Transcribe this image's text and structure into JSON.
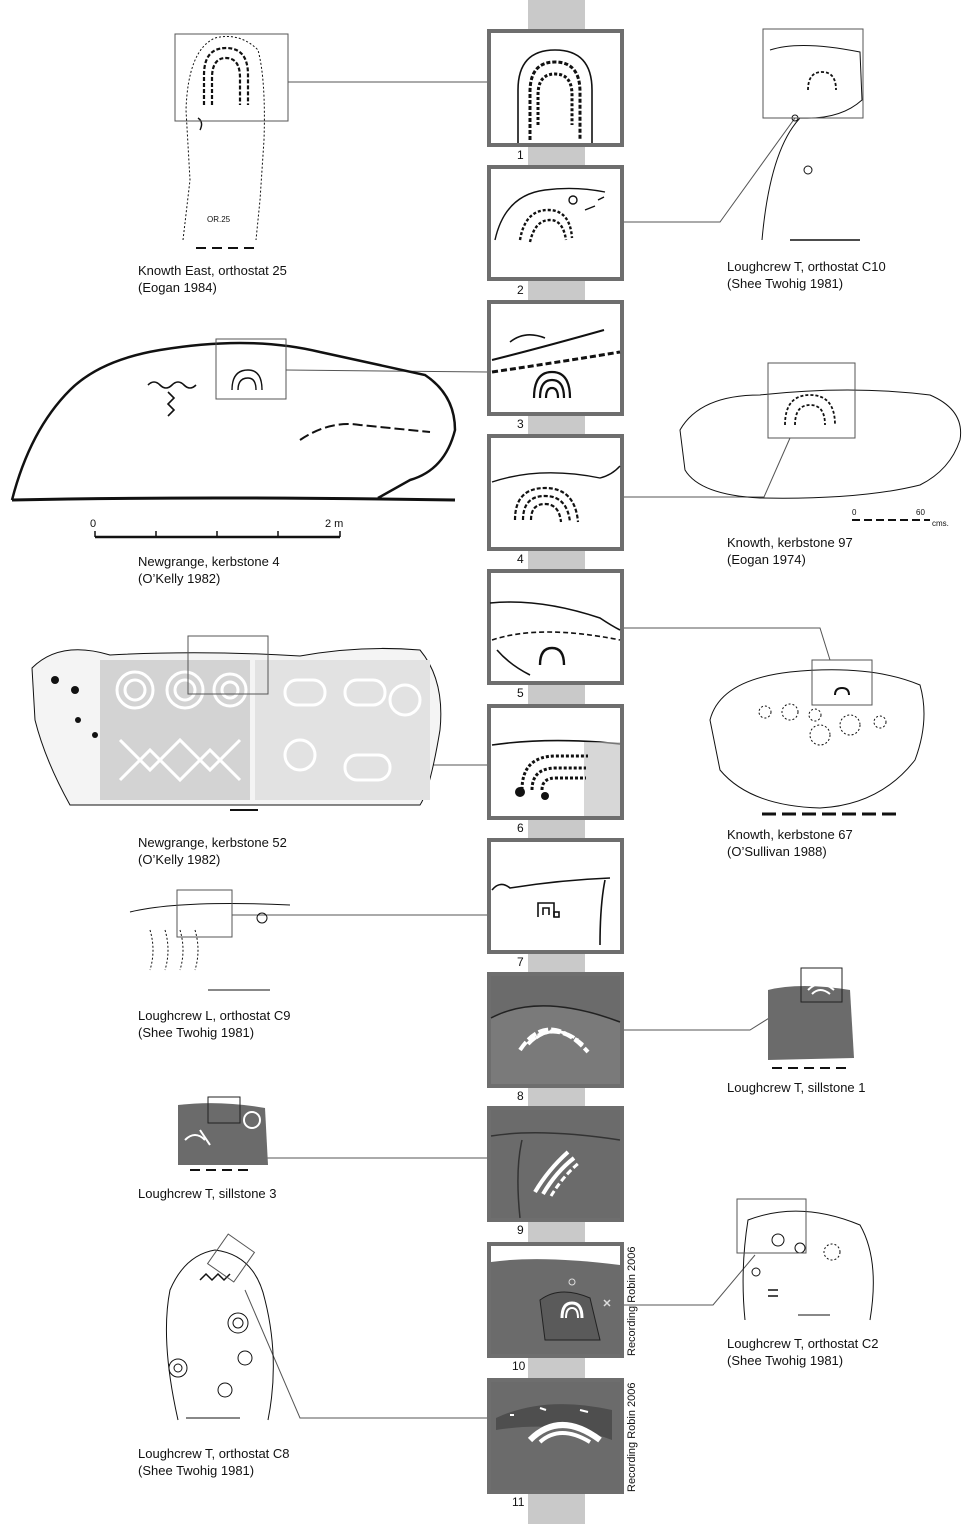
{
  "panels": [
    {
      "number": "1"
    },
    {
      "number": "2"
    },
    {
      "number": "3"
    },
    {
      "number": "4"
    },
    {
      "number": "5"
    },
    {
      "number": "6"
    },
    {
      "number": "7"
    },
    {
      "number": "8"
    },
    {
      "number": "9"
    },
    {
      "number": "10"
    },
    {
      "number": "11"
    }
  ],
  "stones": [
    {
      "name": "Knowth East, orthostat 25",
      "source": "(Eogan 1984)",
      "inscription": "OR.25"
    },
    {
      "name": "Loughcrew T, orthostat C10",
      "source": "(Shee Twohig 1981)"
    },
    {
      "name": "Newgrange, kerbstone 4",
      "source": "(O’Kelly 1982)",
      "scale_start": "0",
      "scale_end": "2 m"
    },
    {
      "name": "Knowth, kerbstone 97",
      "source": "(Eogan 1974)",
      "scale_start": "0",
      "scale_end": "60",
      "scale_unit": "cms."
    },
    {
      "name": "Newgrange, kerbstone 52",
      "source": "(O’Kelly 1982)"
    },
    {
      "name": "Knowth, kerbstone 67",
      "source": "(O’Sullivan 1988)"
    },
    {
      "name": "Loughcrew L, orthostat C9",
      "source": "(Shee Twohig 1981)"
    },
    {
      "name": "Loughcrew T, sillstone 1",
      "source": ""
    },
    {
      "name": "Loughcrew T, sillstone 3",
      "source": ""
    },
    {
      "name": "Loughcrew T, orthostat C2",
      "source": "(Shee Twohig 1981)"
    },
    {
      "name": "Loughcrew T, orthostat C8",
      "source": "(Shee Twohig 1981)"
    }
  ],
  "credits": {
    "recording": "Recording Robin 2006"
  },
  "colors": {
    "frame": "#6e6e6e",
    "band": "#c9c9c9",
    "stone_dark": "#6b6b6b",
    "ink": "#111111"
  }
}
